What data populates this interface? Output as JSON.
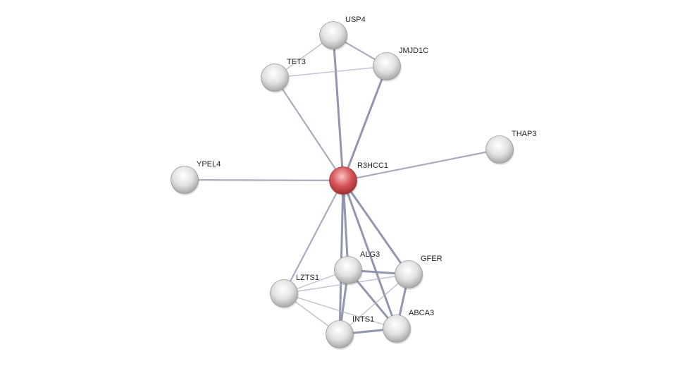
{
  "network": {
    "query_color": "#d9555a",
    "node_color": "#d8d8d8",
    "edge_color": "#8c90aa",
    "nodes": [
      {
        "id": "R3HCC1",
        "query": true
      },
      {
        "id": "USP4"
      },
      {
        "id": "JMJD1C"
      },
      {
        "id": "TET3"
      },
      {
        "id": "THAP3"
      },
      {
        "id": "YPEL4"
      },
      {
        "id": "ALG3"
      },
      {
        "id": "GFER"
      },
      {
        "id": "LZTS1"
      },
      {
        "id": "INTS1"
      },
      {
        "id": "ABCA3"
      }
    ],
    "edges": [
      [
        "R3HCC1",
        "USP4",
        "strong"
      ],
      [
        "R3HCC1",
        "JMJD1C",
        "strong"
      ],
      [
        "R3HCC1",
        "TET3",
        "medium"
      ],
      [
        "R3HCC1",
        "THAP3",
        "medium"
      ],
      [
        "R3HCC1",
        "YPEL4",
        "medium"
      ],
      [
        "R3HCC1",
        "ALG3",
        "strong"
      ],
      [
        "R3HCC1",
        "GFER",
        "strong"
      ],
      [
        "R3HCC1",
        "LZTS1",
        "medium"
      ],
      [
        "R3HCC1",
        "INTS1",
        "strong"
      ],
      [
        "R3HCC1",
        "ABCA3",
        "strong"
      ],
      [
        "USP4",
        "JMJD1C",
        "medium"
      ],
      [
        "USP4",
        "TET3",
        "weak"
      ],
      [
        "TET3",
        "JMJD1C",
        "weak"
      ],
      [
        "ALG3",
        "GFER",
        "strong"
      ],
      [
        "ALG3",
        "LZTS1",
        "weak"
      ],
      [
        "ALG3",
        "INTS1",
        "strong"
      ],
      [
        "ALG3",
        "ABCA3",
        "strong"
      ],
      [
        "GFER",
        "ABCA3",
        "strong"
      ],
      [
        "GFER",
        "LZTS1",
        "weak"
      ],
      [
        "GFER",
        "INTS1",
        "weak"
      ],
      [
        "LZTS1",
        "INTS1",
        "weak"
      ],
      [
        "LZTS1",
        "ABCA3",
        "weak"
      ],
      [
        "INTS1",
        "ABCA3",
        "strong"
      ]
    ]
  }
}
